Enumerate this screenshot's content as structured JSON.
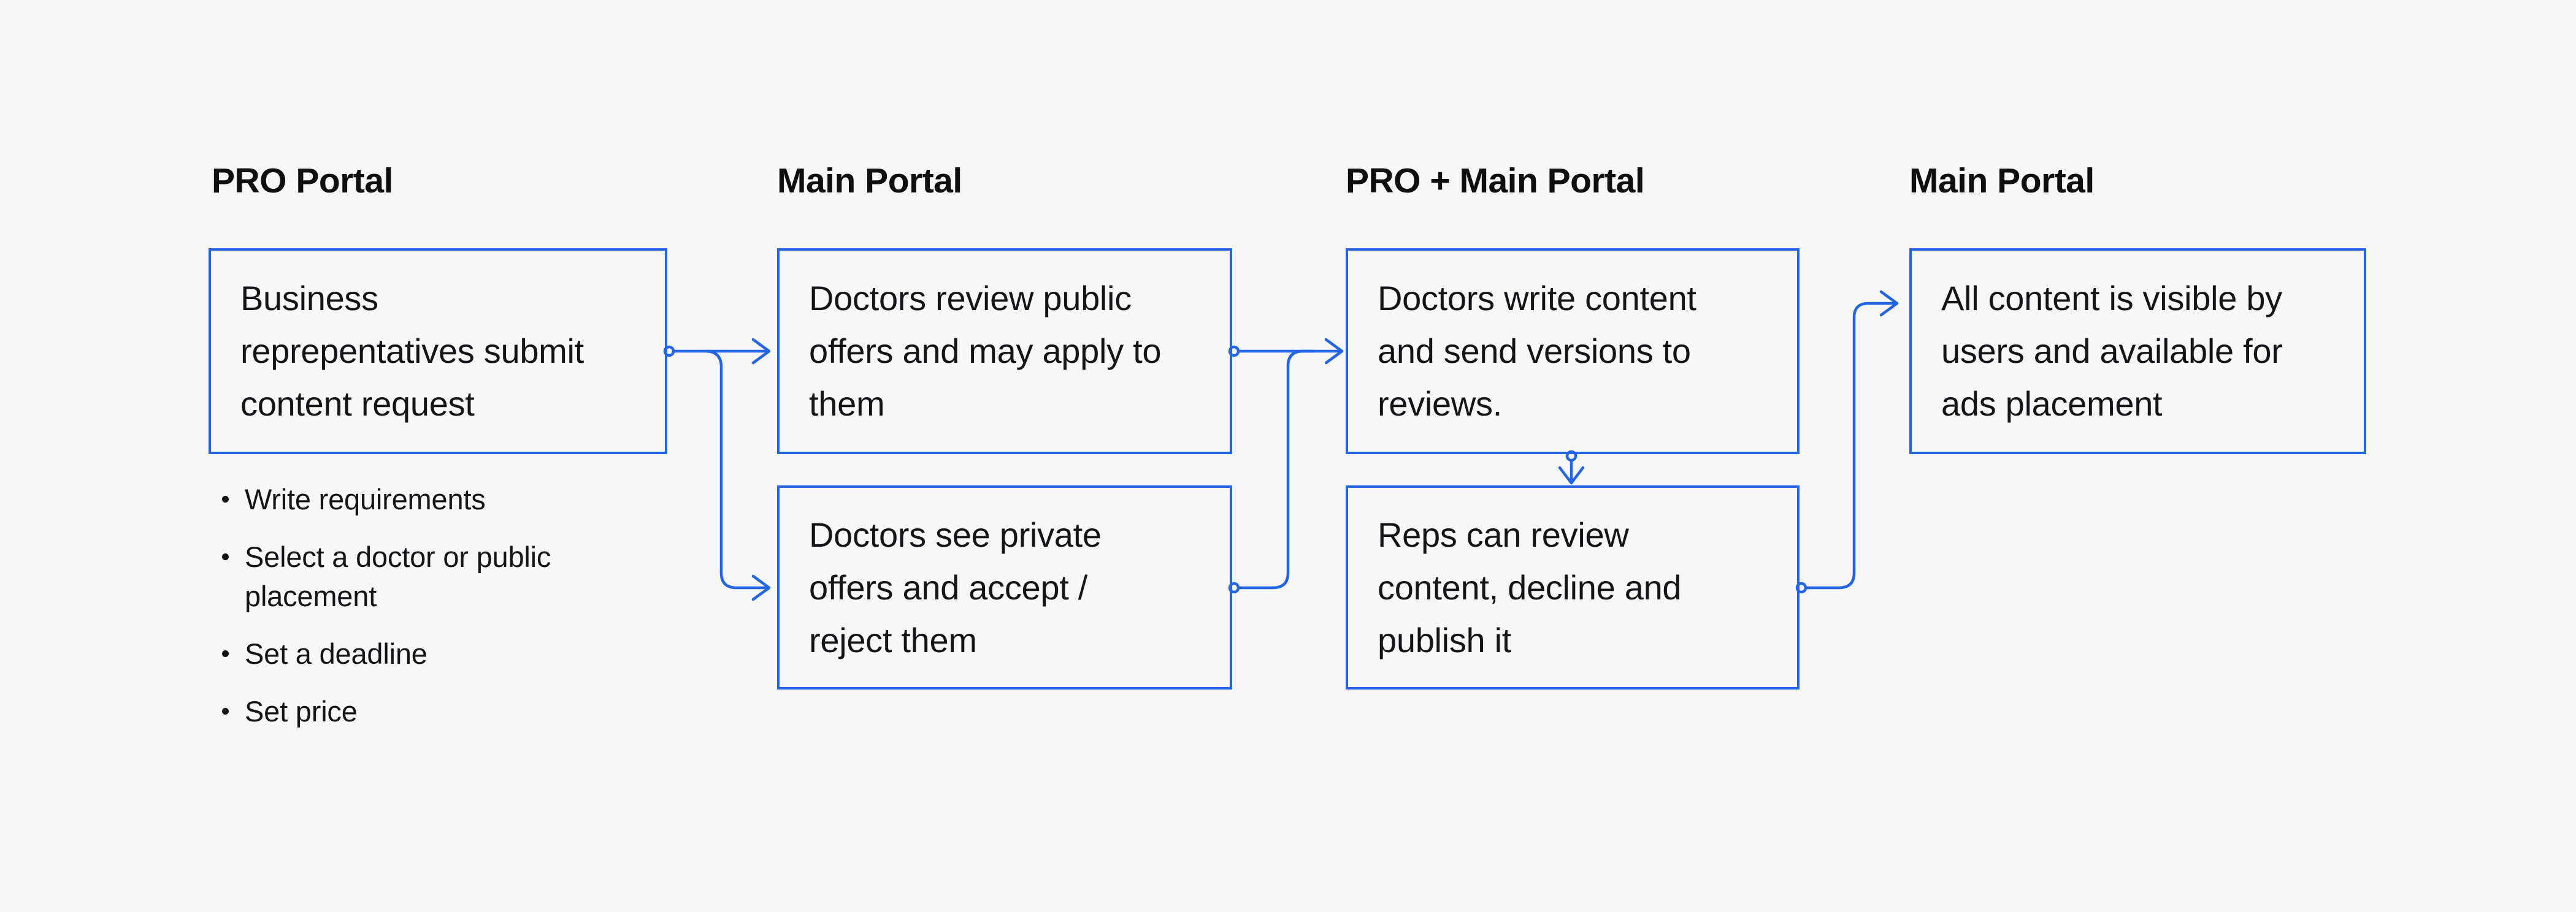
{
  "theme": {
    "background": "#f7f7f8",
    "accent_blue": "#2465e6",
    "text_color": "#141518",
    "heading_color": "#0e0f11"
  },
  "diagram": {
    "type": "flowchart",
    "columns": [
      {
        "header": "PRO Portal",
        "boxes": [
          {
            "text": "Business\nreprepentatives submit\ncontent request"
          }
        ],
        "bullets": [
          "Write requirements",
          "Select a doctor or public\nplacement",
          "Set a deadline",
          "Set price"
        ]
      },
      {
        "header": "Main Portal",
        "boxes": [
          {
            "text": "Doctors review public\noffers and may apply to\nthem"
          },
          {
            "text": "Doctors see private\noffers and accept /\nreject them"
          }
        ]
      },
      {
        "header": "PRO + Main Portal",
        "boxes": [
          {
            "text": "Doctors write content\nand send versions to\nreviews."
          },
          {
            "text": "Reps can review\ncontent, decline and\npublish it"
          }
        ]
      },
      {
        "header": "Main Portal",
        "boxes": [
          {
            "text": "All content is visible by\nusers and available for\nads placement"
          }
        ]
      }
    ],
    "edges": [
      {
        "from": "business-reps-submit-request",
        "to": "doctors-review-public-offers"
      },
      {
        "from": "business-reps-submit-request",
        "to": "doctors-see-private-offers"
      },
      {
        "from": "doctors-review-public-offers",
        "to": "doctors-write-content"
      },
      {
        "from": "doctors-see-private-offers",
        "to": "doctors-write-content"
      },
      {
        "from": "doctors-write-content",
        "to": "reps-review-content"
      },
      {
        "from": "reps-review-content",
        "to": "all-content-visible"
      }
    ]
  }
}
